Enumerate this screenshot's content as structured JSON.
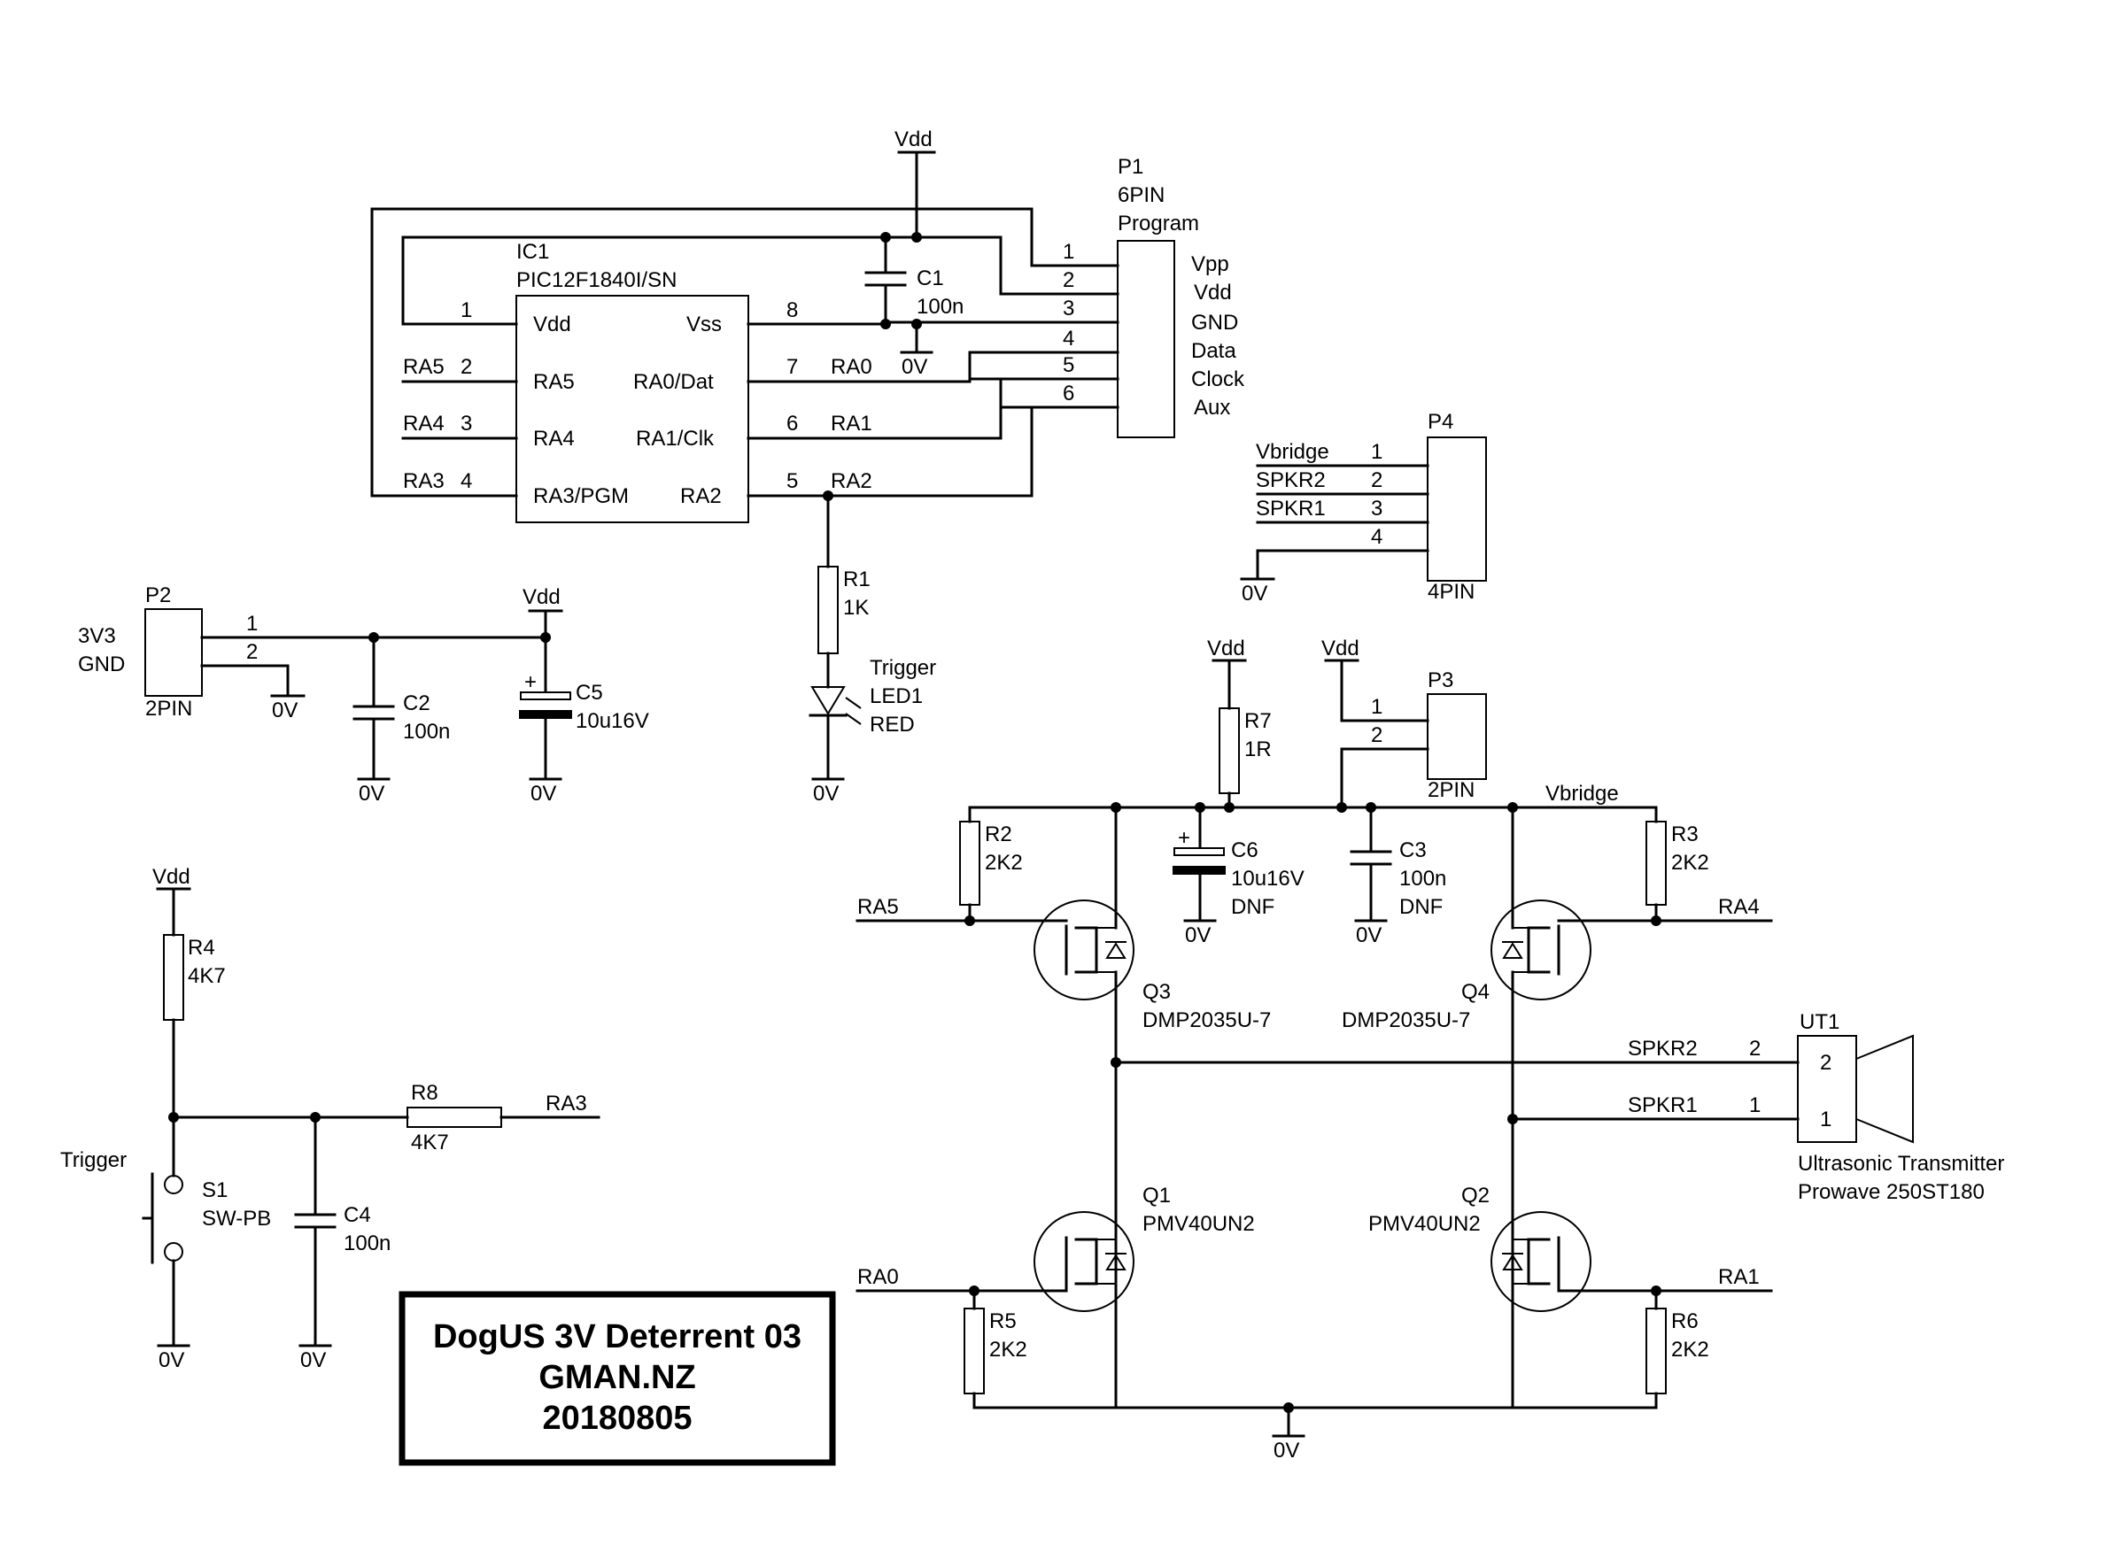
{
  "title_block": {
    "line1": "DogUS 3V Deterrent 03",
    "line2": "GMAN.NZ",
    "line3": "20180805"
  },
  "power": {
    "vdd": "Vdd",
    "gnd": "0V"
  },
  "nets": {
    "ra0": "RA0",
    "ra1": "RA1",
    "ra2": "RA2",
    "ra3": "RA3",
    "ra4": "RA4",
    "ra5": "RA5",
    "vbridge": "Vbridge",
    "spkr1": "SPKR1",
    "spkr2": "SPKR2"
  },
  "ic1": {
    "ref": "IC1",
    "part": "PIC12F1840I/SN",
    "pins_left": [
      {
        "num": "1",
        "name": "Vdd",
        "net": ""
      },
      {
        "num": "2",
        "name": "RA5",
        "net": "RA5"
      },
      {
        "num": "3",
        "name": "RA4",
        "net": "RA4"
      },
      {
        "num": "4",
        "name": "RA3/PGM",
        "net": "RA3"
      }
    ],
    "pins_right": [
      {
        "num": "8",
        "name": "Vss",
        "net": ""
      },
      {
        "num": "7",
        "name": "RA0/Dat",
        "net": "RA0"
      },
      {
        "num": "6",
        "name": "RA1/Clk",
        "net": "RA1"
      },
      {
        "num": "5",
        "name": "RA2",
        "net": "RA2"
      }
    ]
  },
  "p1": {
    "ref": "P1",
    "type": "6PIN",
    "desc": "Program",
    "pins": [
      "1",
      "2",
      "3",
      "4",
      "5",
      "6"
    ],
    "signals": [
      "Vpp",
      "Vdd",
      "GND",
      "Data",
      "Clock",
      "Aux"
    ]
  },
  "p2": {
    "ref": "P2",
    "type": "2PIN",
    "signals": [
      "3V3",
      "GND"
    ],
    "pins": [
      "1",
      "2"
    ]
  },
  "p3": {
    "ref": "P3",
    "type": "2PIN",
    "pins": [
      "1",
      "2"
    ]
  },
  "p4": {
    "ref": "P4",
    "type": "4PIN",
    "pins": [
      "1",
      "2",
      "3",
      "4"
    ],
    "signals": [
      "Vbridge",
      "SPKR2",
      "SPKR1"
    ]
  },
  "resistors": {
    "r1": {
      "ref": "R1",
      "value": "1K"
    },
    "r2": {
      "ref": "R2",
      "value": "2K2"
    },
    "r3": {
      "ref": "R3",
      "value": "2K2"
    },
    "r4": {
      "ref": "R4",
      "value": "4K7"
    },
    "r5": {
      "ref": "R5",
      "value": "2K2"
    },
    "r6": {
      "ref": "R6",
      "value": "2K2"
    },
    "r7": {
      "ref": "R7",
      "value": "1R"
    },
    "r8": {
      "ref": "R8",
      "value": "4K7"
    }
  },
  "capacitors": {
    "c1": {
      "ref": "C1",
      "value": "100n"
    },
    "c2": {
      "ref": "C2",
      "value": "100n"
    },
    "c3": {
      "ref": "C3",
      "value": "100n",
      "note": "DNF"
    },
    "c4": {
      "ref": "C4",
      "value": "100n"
    },
    "c5": {
      "ref": "C5",
      "value": "10u16V"
    },
    "c6": {
      "ref": "C6",
      "value": "10u16V",
      "note": "DNF"
    }
  },
  "led1": {
    "label": "Trigger",
    "ref": "LED1",
    "value": "RED"
  },
  "s1": {
    "label": "Trigger",
    "ref": "S1",
    "value": "SW-PB"
  },
  "mosfets": {
    "q1": {
      "ref": "Q1",
      "part": "PMV40UN2"
    },
    "q2": {
      "ref": "Q2",
      "part": "PMV40UN2"
    },
    "q3": {
      "ref": "Q3",
      "part": "DMP2035U-7"
    },
    "q4": {
      "ref": "Q4",
      "part": "DMP2035U-7"
    }
  },
  "ut1": {
    "ref": "UT1",
    "pins": [
      "2",
      "1"
    ],
    "desc1": "Ultrasonic Transmitter",
    "desc2": "Prowave 250ST180"
  }
}
